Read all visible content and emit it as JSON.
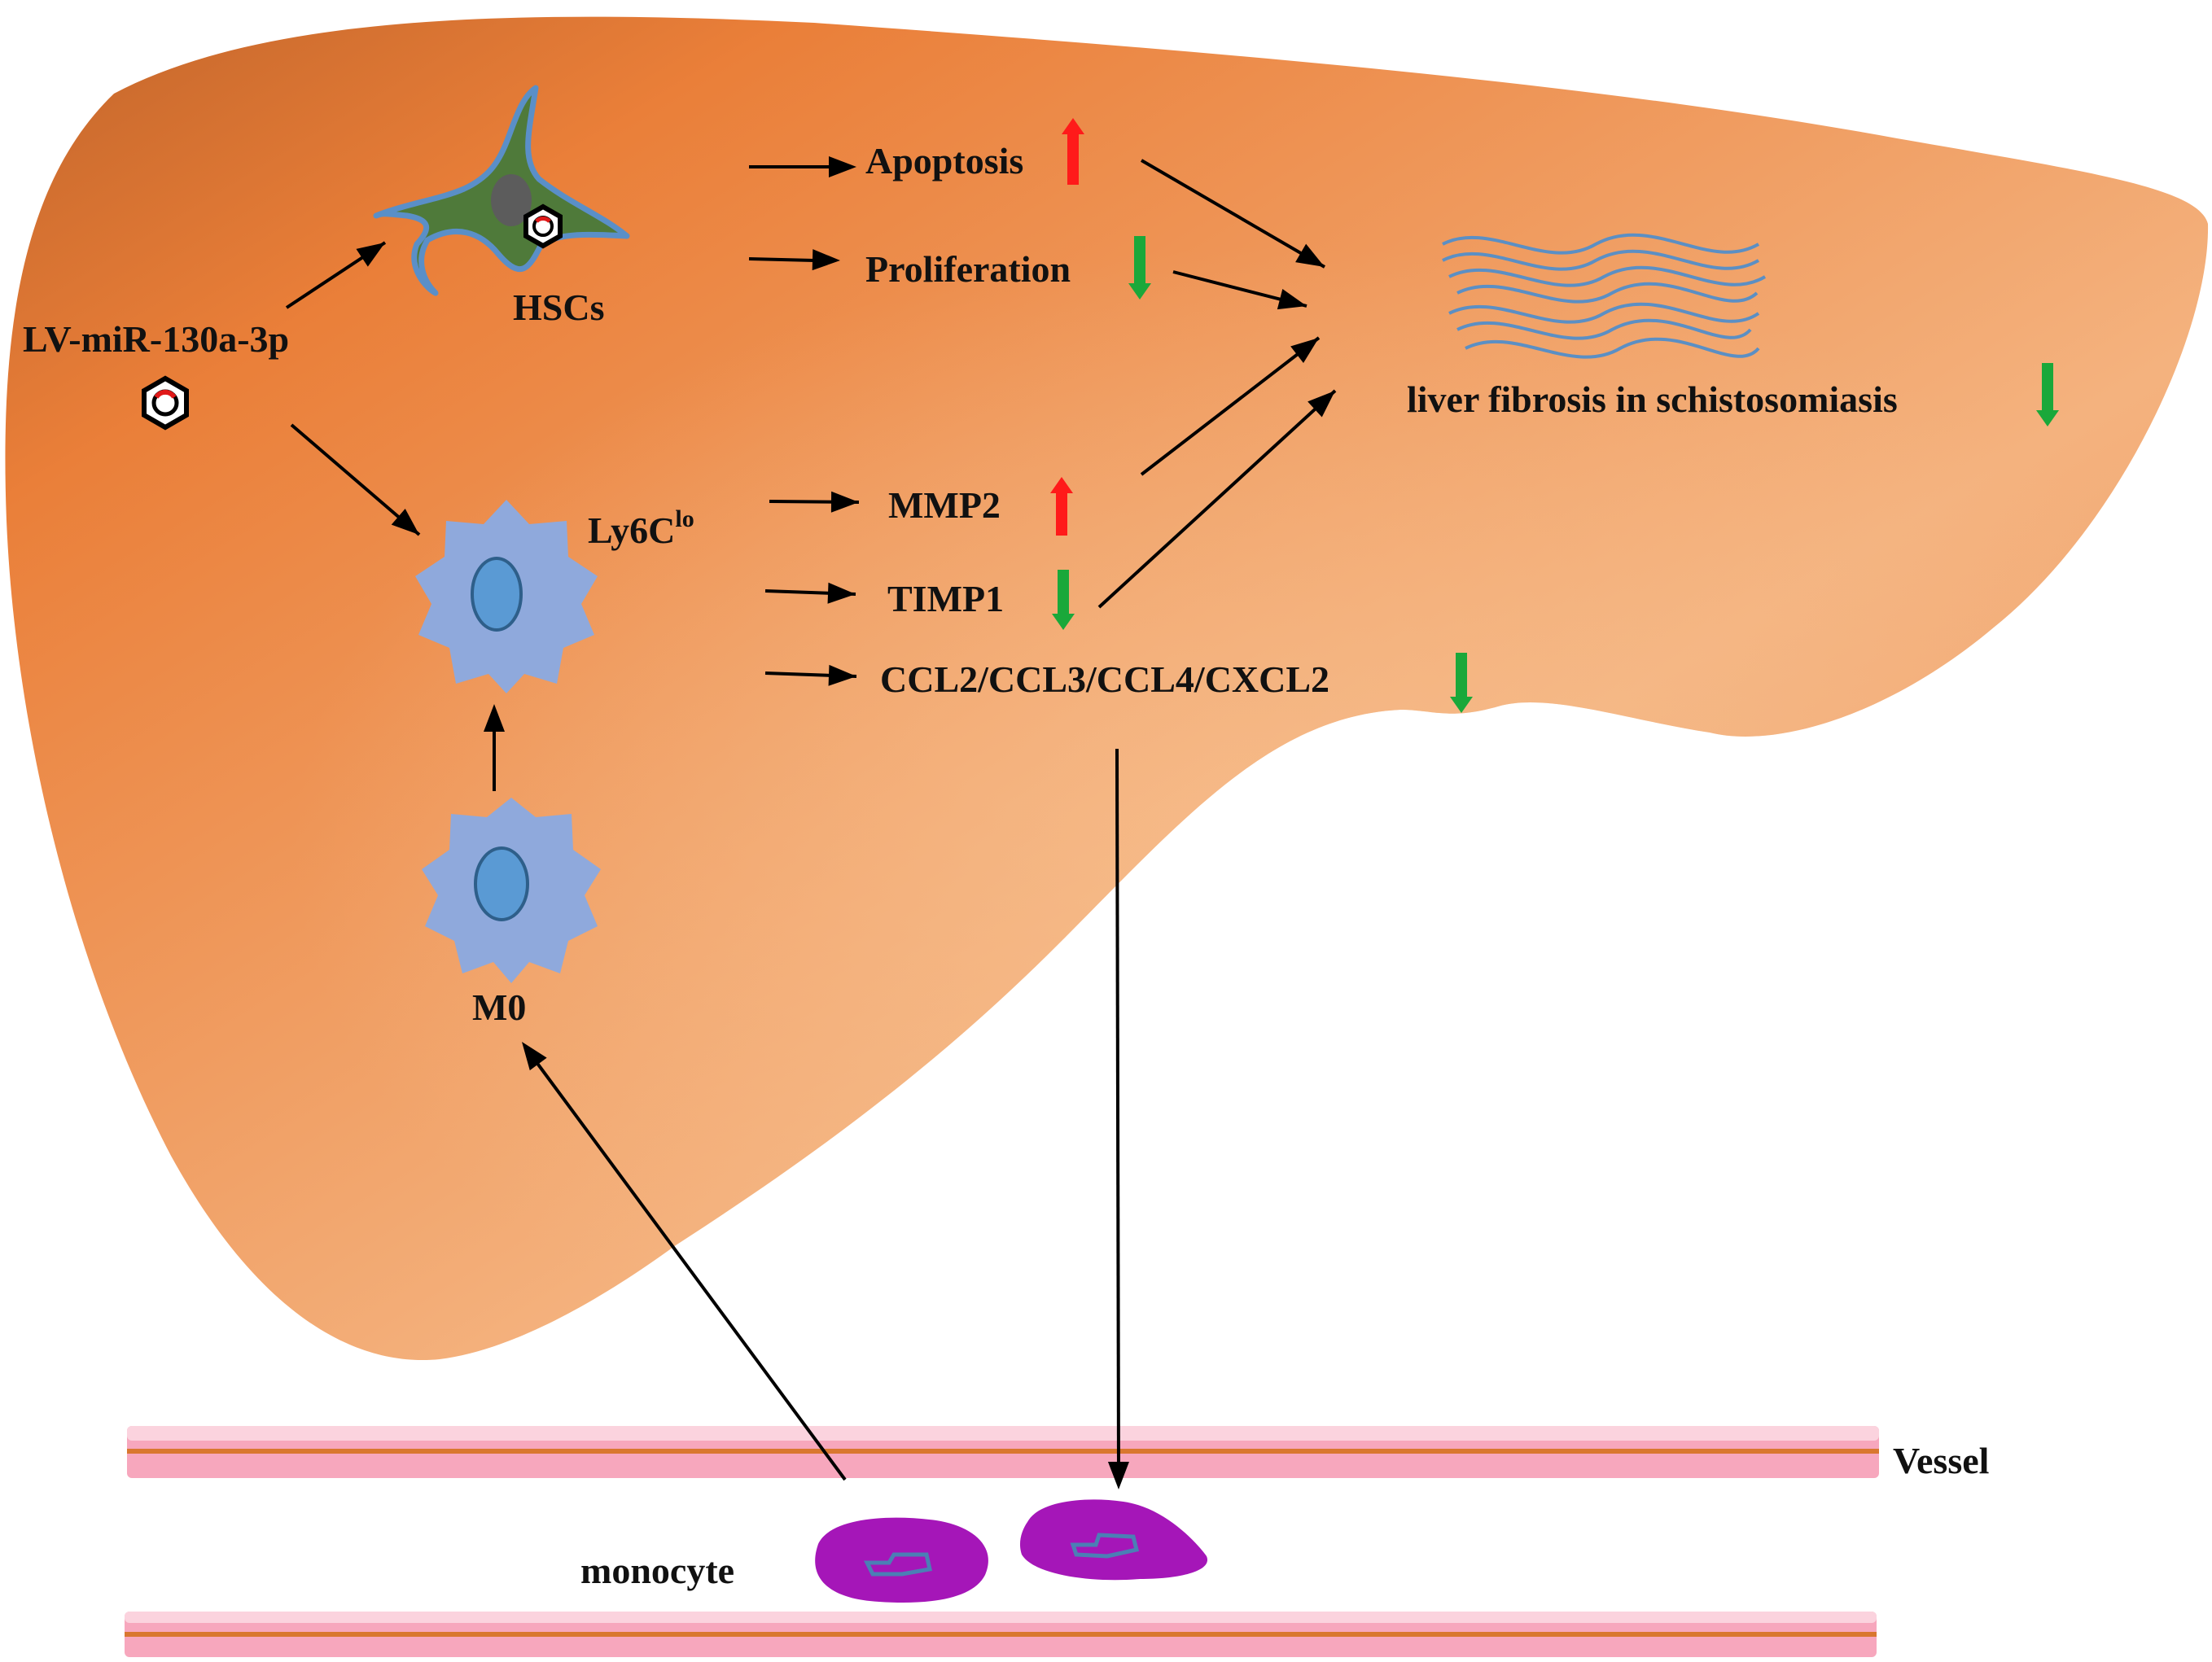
{
  "labels": {
    "lv": "LV-miR-130a-3p",
    "hscs": "HSCs",
    "apoptosis": "Apoptosis",
    "proliferation": "Proliferation",
    "fibrosis": "liver fibrosis in schistosomiasis",
    "ly6c_main": "Ly6C",
    "ly6c_sup": "lo",
    "mmp2": "MMP2",
    "timp1": "TIMP1",
    "ccl": "CCL2/CCL3/CCL4/CXCL2",
    "m0": "M0",
    "vessel": "Vessel",
    "monocyte": "monocyte"
  },
  "colors": {
    "liver": "#ee8a44",
    "liver_light": "#f4b27e",
    "up_arrow": "#ff1a1a",
    "down_arrow": "#1aa83a",
    "macrophage": "#8fa9dc",
    "nucleus": "#5a9ad4",
    "hsc_body": "#4f7a3a",
    "vessel": "#f7a7bd",
    "monocyte": "#a516b8"
  },
  "indicators": {
    "apoptosis": "up",
    "proliferation": "down",
    "fibrosis": "down",
    "mmp2": "up",
    "timp1": "down",
    "ccl": "down"
  }
}
